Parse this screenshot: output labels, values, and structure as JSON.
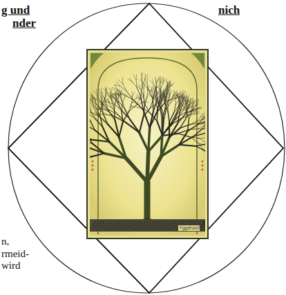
{
  "diagram": {
    "labels": [
      "g und",
      "nder",
      "nich",
      "n,",
      "rmeid-",
      "wird",
      "Yggdrasil"
    ]
  }
}
